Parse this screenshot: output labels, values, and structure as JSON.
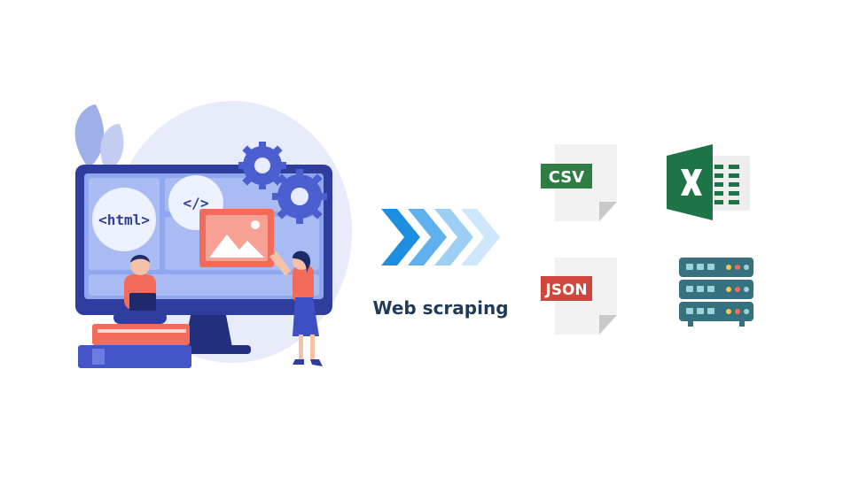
{
  "illustration": {
    "html_tag": "<html>",
    "code_tag": "</>"
  },
  "caption": "Web scraping",
  "formats": {
    "csv_label": "CSV",
    "json_label": "JSON"
  },
  "icons": {
    "excel": "excel-icon",
    "database": "database-server-icon"
  },
  "colors": {
    "primary_blue": "#2f3e9e",
    "accent_orange": "#f26b5b",
    "csv_green": "#2e7d45",
    "json_red": "#d0463c",
    "excel_green": "#1d7446",
    "server_teal": "#35717f",
    "caption_navy": "#1f3b57"
  }
}
